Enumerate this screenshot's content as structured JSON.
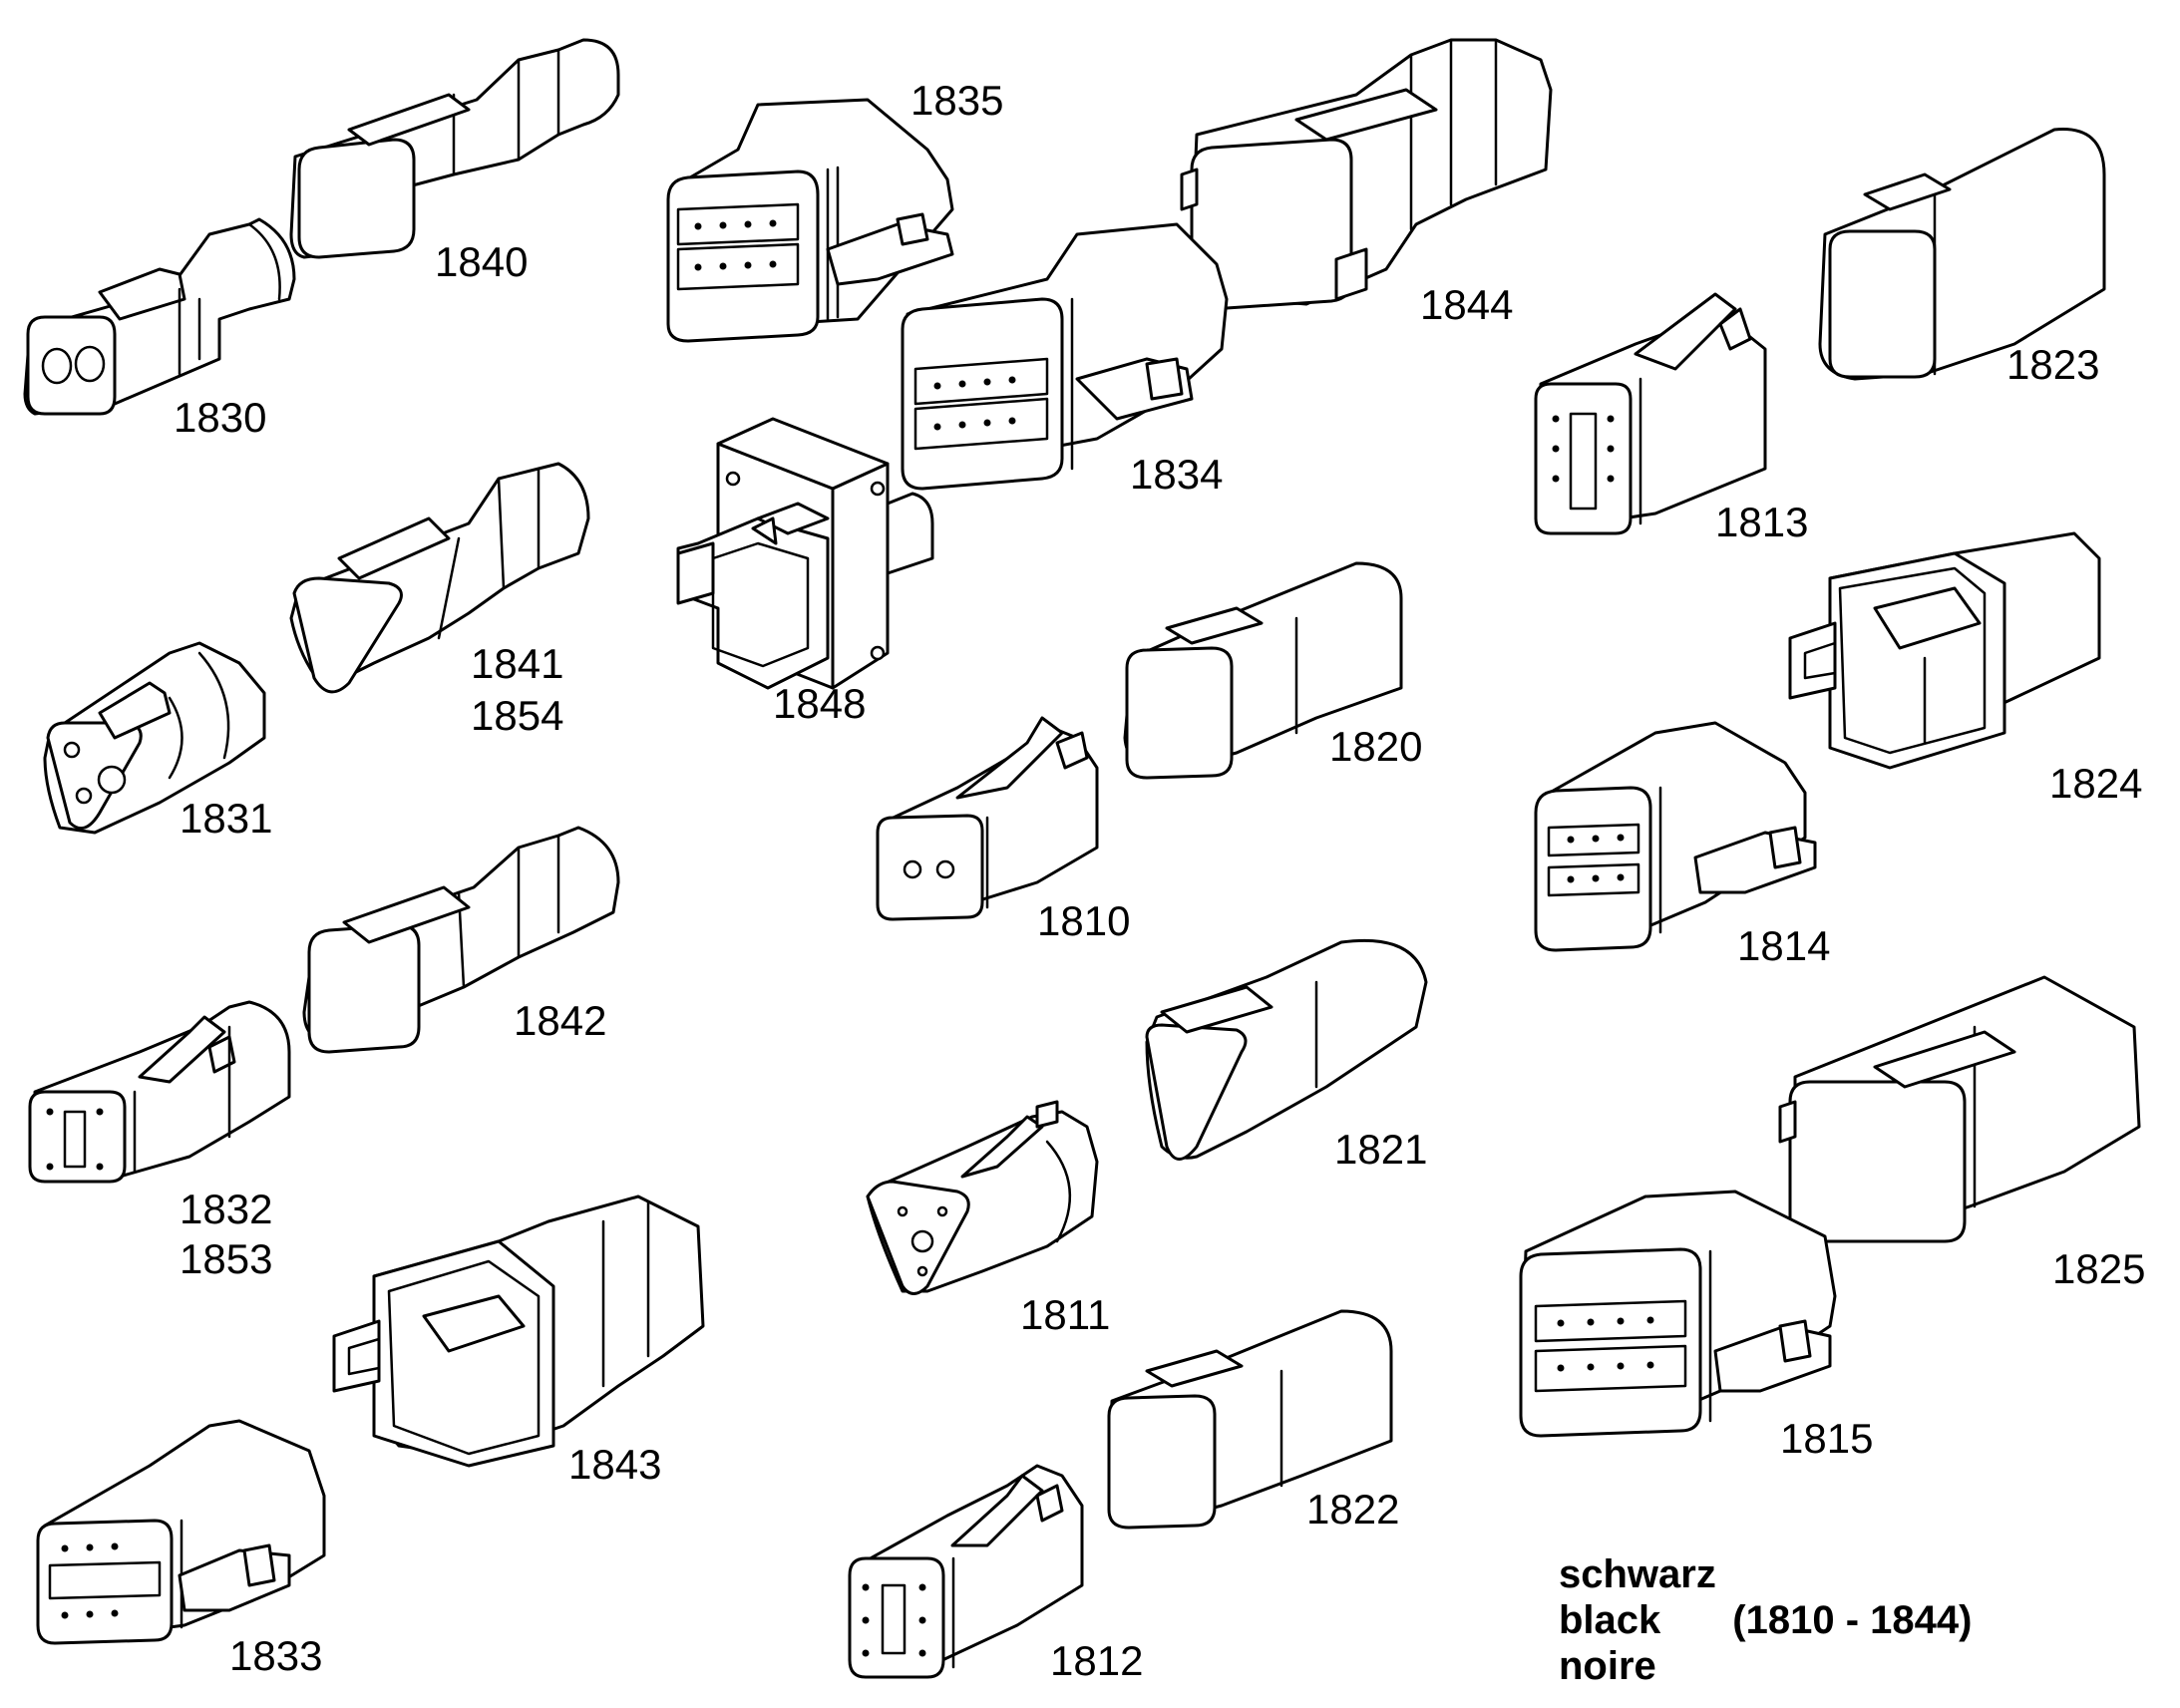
{
  "parts": {
    "p1830": "1830",
    "p1831": "1831",
    "p1832": "1832",
    "p1833": "1833",
    "p1834": "1834",
    "p1835": "1835",
    "p1840": "1840",
    "p1841": "1841",
    "p1842": "1842",
    "p1843": "1843",
    "p1844": "1844",
    "p1848": "1848",
    "p1853": "1853",
    "p1854": "1854",
    "p1810": "1810",
    "p1811": "1811",
    "p1812": "1812",
    "p1813": "1813",
    "p1814": "1814",
    "p1815": "1815",
    "p1820": "1820",
    "p1821": "1821",
    "p1822": "1822",
    "p1823": "1823",
    "p1824": "1824",
    "p1825": "1825"
  },
  "legend": {
    "de": "schwarz",
    "en": "black",
    "fr": "noire",
    "range": "(1810 - 1844)"
  }
}
